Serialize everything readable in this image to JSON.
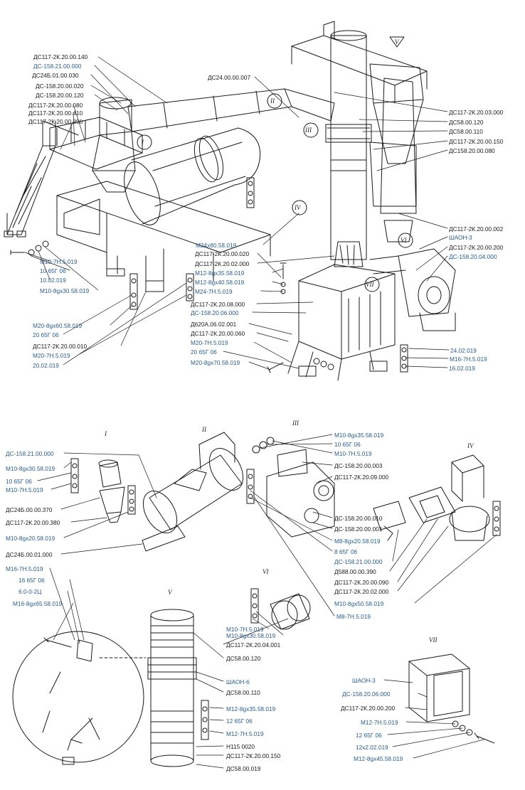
{
  "colors": {
    "ink": "#1a1a1a",
    "link_blue": "#2a5d8c"
  },
  "roman_numerals": {
    "i": "I",
    "ii": "II",
    "iii": "III",
    "iv": "IV",
    "v": "V",
    "vi": "VI",
    "vii": "VII"
  },
  "labels": [
    {
      "id": "l1",
      "text": "ДС117-2К.20.00.140",
      "blue": false
    },
    {
      "id": "l2",
      "text": "ДС-158.21.00.000",
      "blue": true
    },
    {
      "id": "l3",
      "text": "ДС24Б.01.00.030",
      "blue": false
    },
    {
      "id": "l4",
      "text": "ДС-158.20.00.020",
      "blue": false
    },
    {
      "id": "l5",
      "text": "ДС-158.20.00.120",
      "blue": false
    },
    {
      "id": "l6",
      "text": "ДС117-2К.20.00.080",
      "blue": false
    },
    {
      "id": "l7",
      "text": "ДС117-2К.20.00.410",
      "blue": false
    },
    {
      "id": "l8",
      "text": "ДС117-2К.20.00.390",
      "blue": false
    },
    {
      "id": "l9",
      "text": "ДС24.00.00.007",
      "blue": false
    },
    {
      "id": "l10",
      "text": "ДС117-2К.20.03.000",
      "blue": false
    },
    {
      "id": "l11",
      "text": "ДС58.00.120",
      "blue": false
    },
    {
      "id": "l12",
      "text": "ДС58.00.110",
      "blue": false
    },
    {
      "id": "l13",
      "text": "ДС117-2К.20.00.150",
      "blue": false
    },
    {
      "id": "l14",
      "text": "ДС158.20.00.080",
      "blue": false
    },
    {
      "id": "l15",
      "text": "ДС117-2К.20.00.002",
      "blue": false
    },
    {
      "id": "l16",
      "text": "ШАОН-3",
      "blue": true
    },
    {
      "id": "l17",
      "text": "ДС117-2К.20.00.200",
      "blue": false
    },
    {
      "id": "l18",
      "text": "ДС-158.20.04.000",
      "blue": true
    },
    {
      "id": "l19",
      "text": "М24х80.58.019",
      "blue": true
    },
    {
      "id": "l20",
      "text": "ДС117-2К.20.00.020",
      "blue": false
    },
    {
      "id": "l21",
      "text": "ДС117-2К.20.02.000",
      "blue": false
    },
    {
      "id": "l22",
      "text": "М12-8gх35.58.019",
      "blue": true
    },
    {
      "id": "l23",
      "text": "М12-8gх40.58.019",
      "blue": true
    },
    {
      "id": "l24",
      "text": "М24-7Н.5.019",
      "blue": true
    },
    {
      "id": "l25",
      "text": "ДС117-2К.20.08.000",
      "blue": false
    },
    {
      "id": "l26",
      "text": "ДС-158.20.06.000",
      "blue": true
    },
    {
      "id": "l27",
      "text": "Д620А.06.02.001",
      "blue": false
    },
    {
      "id": "l28",
      "text": "ДС117-2К.20.00.060",
      "blue": false
    },
    {
      "id": "l29",
      "text": "М20-7Н.5.019",
      "blue": true
    },
    {
      "id": "l30",
      "text": "20 65Г 06",
      "blue": true
    },
    {
      "id": "l31",
      "text": "М20-8gх70.58.019",
      "blue": true
    },
    {
      "id": "l32",
      "text": "24.02.019",
      "blue": true
    },
    {
      "id": "l33",
      "text": "М16-7Н.5.019",
      "blue": true
    },
    {
      "id": "l34",
      "text": "16.02.019",
      "blue": true
    },
    {
      "id": "l35",
      "text": "М10-7Н.5.019",
      "blue": true
    },
    {
      "id": "l36",
      "text": "10 65Г 06",
      "blue": true
    },
    {
      "id": "l37",
      "text": "10.02.019",
      "blue": true
    },
    {
      "id": "l38",
      "text": "М10-8gх30.58.019",
      "blue": true
    },
    {
      "id": "l39",
      "text": "М20-8gх60.58.019",
      "blue": true
    },
    {
      "id": "l40",
      "text": "20 65Г 06",
      "blue": true
    },
    {
      "id": "l41",
      "text": "ДС117-2К.20.00.010",
      "blue": false
    },
    {
      "id": "l42",
      "text": "М20-7Н.5.019",
      "blue": true
    },
    {
      "id": "l43",
      "text": "20.02.019",
      "blue": true
    },
    {
      "id": "l44",
      "text": "ДС-158.21.00.000",
      "blue": true
    },
    {
      "id": "l45",
      "text": "М10-8gх30.58.019",
      "blue": true
    },
    {
      "id": "l46",
      "text": "10 65Г 06",
      "blue": true
    },
    {
      "id": "l47",
      "text": "М10-7Н.5.019",
      "blue": true
    },
    {
      "id": "l48",
      "text": "ДС24Б.00.00.370",
      "blue": false
    },
    {
      "id": "l49",
      "text": "ДС117-2К.20.00.380",
      "blue": false
    },
    {
      "id": "l50",
      "text": "М10-8gх20.58.019",
      "blue": true
    },
    {
      "id": "l51",
      "text": "ДС24Б.00.01.000",
      "blue": false
    },
    {
      "id": "l52",
      "text": "М10-8gх35.58.019",
      "blue": true
    },
    {
      "id": "l53",
      "text": "10 65Г 06",
      "blue": true
    },
    {
      "id": "l54",
      "text": "М10-7Н.5.019",
      "blue": true
    },
    {
      "id": "l55",
      "text": "ДС-158.20.00.003",
      "blue": false
    },
    {
      "id": "l56",
      "text": "ДС117-2К.20.09.000",
      "blue": false
    },
    {
      "id": "l57",
      "text": "ДС-158.20.00.010",
      "blue": false
    },
    {
      "id": "l58",
      "text": "ДС-158.20.00.001",
      "blue": false
    },
    {
      "id": "l59",
      "text": "М8-8gх20.58.019",
      "blue": true
    },
    {
      "id": "l60",
      "text": "8 65Г 06",
      "blue": true
    },
    {
      "id": "l61",
      "text": "ДС-158.21.00.000",
      "blue": true
    },
    {
      "id": "l62",
      "text": "Д588.00.00.390",
      "blue": false
    },
    {
      "id": "l63",
      "text": "ДС117-2К.20.00.090",
      "blue": false
    },
    {
      "id": "l64",
      "text": "ДС117-2К.20.02.000",
      "blue": false
    },
    {
      "id": "l65",
      "text": "М10-8gх50.58.019",
      "blue": true
    },
    {
      "id": "l66",
      "text": "М8-7Н.5.019",
      "blue": true
    },
    {
      "id": "l67",
      "text": "М16-7Н.5.019",
      "blue": true
    },
    {
      "id": "l68",
      "text": "16 65Г 06",
      "blue": true
    },
    {
      "id": "l69",
      "text": "6.0-0-2Ц",
      "blue": true
    },
    {
      "id": "l70",
      "text": "М16-8gх65.58.019",
      "blue": true
    },
    {
      "id": "l71",
      "text": "М10-7Н.5.019",
      "blue": true
    },
    {
      "id": "l72",
      "text": "М10-8gх30.58.019",
      "blue": true
    },
    {
      "id": "l73",
      "text": "ДС117-2К.20.04.001",
      "blue": false
    },
    {
      "id": "l74",
      "text": "ДС58.00.120",
      "blue": false
    },
    {
      "id": "l75",
      "text": "ШАОН-6",
      "blue": true
    },
    {
      "id": "l76",
      "text": "ДС58.00.110",
      "blue": false
    },
    {
      "id": "l77",
      "text": "М12-8gх35.58.019",
      "blue": true
    },
    {
      "id": "l78",
      "text": "12 65Г 06",
      "blue": true
    },
    {
      "id": "l79",
      "text": "М12-7Н.5.019",
      "blue": true
    },
    {
      "id": "l80",
      "text": "Н115 0020",
      "blue": false
    },
    {
      "id": "l81",
      "text": "ДС117-2К.20.00.150",
      "blue": false
    },
    {
      "id": "l82",
      "text": "ДС58.00.019",
      "blue": false
    },
    {
      "id": "l83",
      "text": "ШАОН-3",
      "blue": true
    },
    {
      "id": "l84",
      "text": "ДС-158.20.06.000",
      "blue": true
    },
    {
      "id": "l85",
      "text": "ДС117-2К.20.00.200",
      "blue": false
    },
    {
      "id": "l86",
      "text": "М12-7Н.5.019",
      "blue": true
    },
    {
      "id": "l87",
      "text": "12 65Г 06",
      "blue": true
    },
    {
      "id": "l88",
      "text": "12х2.02.019",
      "blue": true
    },
    {
      "id": "l89",
      "text": "М12-8gх45.58.019",
      "blue": true
    }
  ]
}
